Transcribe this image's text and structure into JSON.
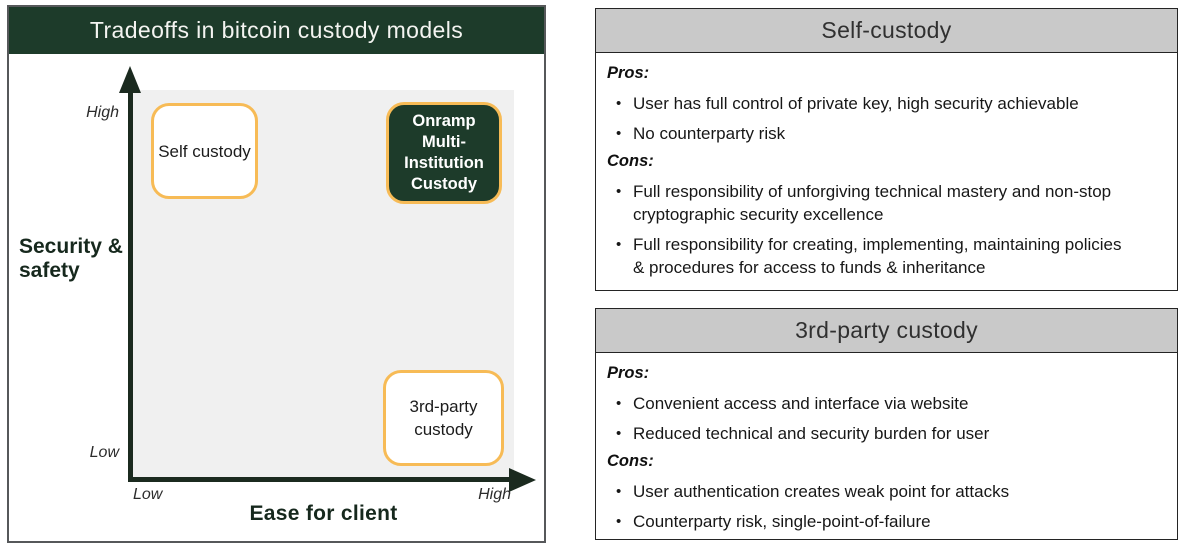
{
  "colors": {
    "brand_green": "#1d3b2a",
    "accent_orange": "#f7bb56",
    "header_gray": "#c9c9c9",
    "plot_background": "#f0f0f0",
    "axis_dark": "#1b2a1f"
  },
  "chart_panel": {
    "title": "Tradeoffs in bitcoin custody models",
    "y_axis": {
      "label": "Security & safety",
      "top_tick": "High",
      "bottom_tick": "Low"
    },
    "x_axis": {
      "label": "Ease for client",
      "left_tick": "Low",
      "right_tick": "High"
    },
    "boxes": [
      {
        "label": "Self custody",
        "x": "low",
        "y": "high",
        "style": "outline"
      },
      {
        "label": "Onramp Multi-Institution Custody",
        "x": "high",
        "y": "high",
        "style": "filled"
      },
      {
        "label": "3rd-party custody",
        "x": "high",
        "y": "low",
        "style": "outline"
      }
    ]
  },
  "info_panels": [
    {
      "title": "Self-custody",
      "pros_label": "Pros:",
      "pros": [
        "User has full control of private key, high security achievable",
        "No counterparty risk"
      ],
      "cons_label": "Cons:",
      "cons": [
        "Full responsibility of unforgiving technical mastery and non-stop cryptographic security excellence",
        "Full responsibility for creating, implementing, maintaining policies & procedures for access to funds & inheritance"
      ]
    },
    {
      "title": "3rd-party custody",
      "pros_label": "Pros:",
      "pros": [
        "Convenient access and interface via website",
        "Reduced technical and security burden for user"
      ],
      "cons_label": "Cons:",
      "cons": [
        "User authentication creates weak point for attacks",
        "Counterparty risk, single-point-of-failure"
      ]
    }
  ]
}
